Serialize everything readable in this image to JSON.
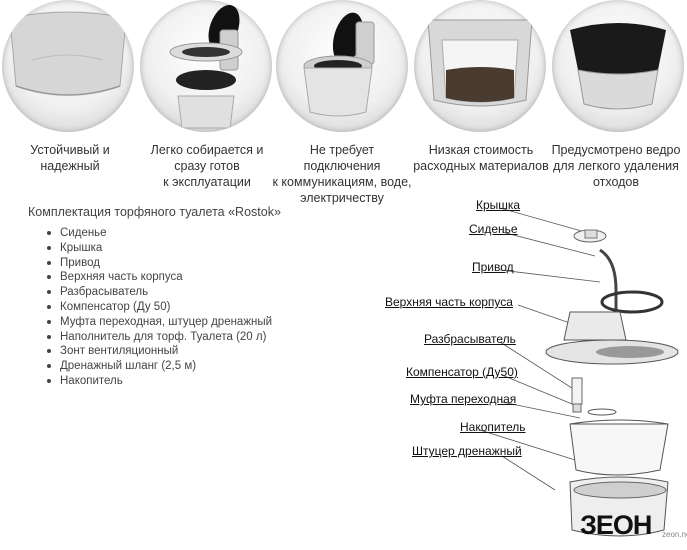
{
  "features": [
    {
      "icon": "toilet-base-icon",
      "lines": [
        "Устойчивый и",
        "надежный"
      ]
    },
    {
      "icon": "toilet-assembly-icon",
      "lines": [
        "Легко собирается и",
        "сразу готов",
        "к эксплуатации"
      ]
    },
    {
      "icon": "toilet-closed-icon",
      "lines": [
        "Не требует подключения",
        "к коммуникациям, воде,",
        "электричеству"
      ]
    },
    {
      "icon": "peat-container-icon",
      "lines": [
        "Низкая стоимость",
        "расходных материалов"
      ]
    },
    {
      "icon": "waste-bucket-icon",
      "lines": [
        "Предусмотрено ведро",
        "для легкого удаления",
        "отходов"
      ]
    }
  ],
  "kit": {
    "title": "Комплектация торфяного туалета «Rostok»",
    "items": [
      "Сиденье",
      "Крышка",
      "Привод",
      "Верхняя часть корпуса",
      "Разбрасыватель",
      "Компенсатор (Ду 50)",
      "Муфта переходная, штуцер дренажный",
      "Наполнитель для торф. Туалета (20 л)",
      "Зонт вентиляционный",
      "Дренажный шланг (2,5 м)",
      "Накопитель"
    ]
  },
  "diagram": {
    "labels": [
      "Крышка",
      "Сиденье",
      "Привод",
      "Верхняя часть корпуса",
      "Разбрасыватель",
      "Компенсатор (Ду50)",
      "Муфта переходная",
      "Накопитель",
      "Штуцер дренажный"
    ]
  },
  "logo": {
    "brand": "ЗЕОН",
    "sub": "zeon.net"
  }
}
